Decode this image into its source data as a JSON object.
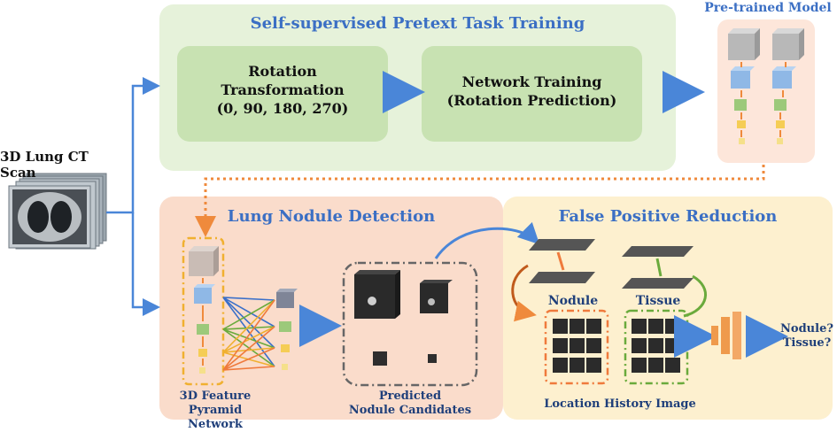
{
  "input": {
    "label": "3D Lung CT Scan"
  },
  "pretext": {
    "title": "Self-supervised Pretext Task Training",
    "box1": {
      "line1": "Rotation",
      "line2": "Transformation",
      "line3": "(0, 90, 180, 270)"
    },
    "box2": {
      "line1": "Network Training",
      "line2": "(Rotation Prediction)"
    }
  },
  "pretrained": {
    "title": "Pre-trained Model"
  },
  "detection": {
    "title": "Lung Nodule Detection",
    "fpn_label_1": "3D Feature",
    "fpn_label_2": "Pyramid Network",
    "candidates_label_1": "Predicted",
    "candidates_label_2": "Nodule Candidates"
  },
  "fpr": {
    "title": "False Positive Reduction",
    "nodule_label": "Nodule",
    "tissue_label": "Tissue",
    "lhi_label": "Location History Image",
    "output_1": "Nodule?",
    "output_2": "Tissue?"
  },
  "colors": {
    "green_panel": "#e8f3dd",
    "green_box": "#c9e3b4",
    "orange_panel": "#f9dccb",
    "yellow_panel": "#fdf1d0",
    "arrow_blue": "#4a86d8",
    "dotted_orange": "#ef8a3c"
  }
}
